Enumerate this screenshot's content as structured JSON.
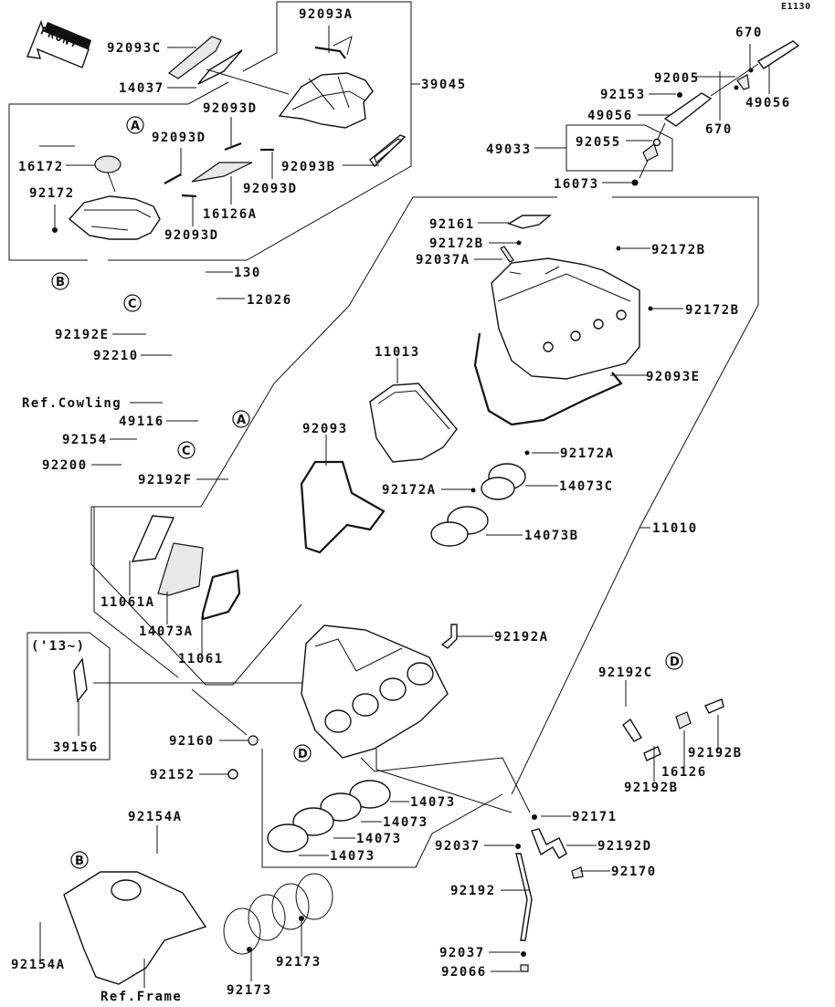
{
  "diagram": {
    "code": "E1130",
    "front_label": "FRONT",
    "ref_labels": {
      "cowling": "Ref.Cowling",
      "frame": "Ref.Frame"
    },
    "year_note": "('13~)",
    "circle_refs": [
      "A",
      "B",
      "C",
      "D"
    ],
    "parts": {
      "p92093C": "92093C",
      "p14037": "14037",
      "p92093A": "92093A",
      "p39045": "39045",
      "p92093D_1": "92093D",
      "p92093D_2": "92093D",
      "p92093D_3": "92093D",
      "p92093D_4": "92093D",
      "p16172": "16172",
      "p92172": "92172",
      "p16126A": "16126A",
      "p92093B": "92093B",
      "p670_1": "670",
      "p670_2": "670",
      "p92005": "92005",
      "p92153": "92153",
      "p49056_1": "49056",
      "p49056_2": "49056",
      "p49033": "49033",
      "p92055": "92055",
      "p16073": "16073",
      "p92161": "92161",
      "p92172B_1": "92172B",
      "p92172B_2": "92172B",
      "p92172B_3": "92172B",
      "p92037A": "92037A",
      "p92093E": "92093E",
      "p130": "130",
      "p12026": "12026",
      "p92192E": "92192E",
      "p92210": "92210",
      "p49116": "49116",
      "p92154": "92154",
      "p92200": "92200",
      "p92192F": "92192F",
      "p11013": "11013",
      "p92093": "92093",
      "p92172A_1": "92172A",
      "p92172A_2": "92172A",
      "p14073C": "14073C",
      "p14073B": "14073B",
      "p11010": "11010",
      "p11061A": "11061A",
      "p14073A": "14073A",
      "p11061": "11061",
      "p92192A": "92192A",
      "p39156": "39156",
      "p92160": "92160",
      "p92152": "92152",
      "p92192C": "92192C",
      "p92192B_1": "92192B",
      "p92192B_2": "92192B",
      "p16126": "16126",
      "p14073_1": "14073",
      "p14073_2": "14073",
      "p14073_3": "14073",
      "p14073_4": "14073",
      "p92171": "92171",
      "p92037_1": "92037",
      "p92037_2": "92037",
      "p92192D": "92192D",
      "p92170": "92170",
      "p92192": "92192",
      "p92066": "92066",
      "p92154A_1": "92154A",
      "p92154A_2": "92154A",
      "p92173_1": "92173",
      "p92173_2": "92173"
    }
  }
}
